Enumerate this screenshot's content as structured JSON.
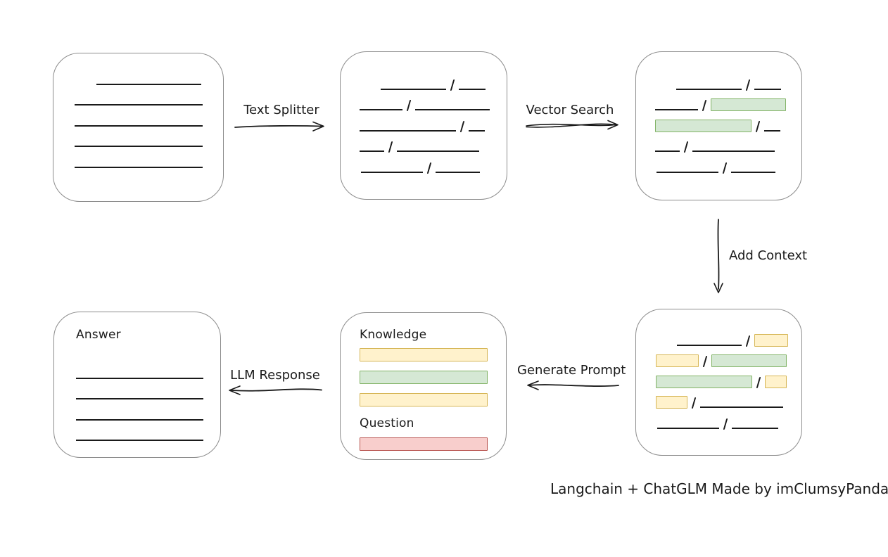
{
  "diagram": {
    "caption": "Langchain + ChatGLM Made by imClumsyPanda",
    "colors": {
      "ink": "#1a1a1a",
      "line": "#1a1a1a",
      "box_border": "#8c8c8c",
      "green_fill": "#d5e8d4",
      "green_stroke": "#82b366",
      "yellow_fill": "#fff2cc",
      "yellow_stroke": "#d6b656",
      "red_fill": "#f8cecc",
      "red_stroke": "#b85450"
    },
    "arrows": {
      "text_splitter": "Text Splitter",
      "vector_search": "Vector Search",
      "add_context": "Add Context",
      "generate_prompt": "Generate Prompt",
      "llm_response": "LLM Response"
    },
    "boxes": {
      "document": {
        "rows": [
          {
            "segs": [
              {
                "t": "gap",
                "w": 31
              },
              {
                "t": "line",
                "w": 149
              }
            ]
          },
          {
            "segs": [
              {
                "t": "line",
                "w": 182
              }
            ]
          },
          {
            "segs": [
              {
                "t": "line",
                "w": 182
              }
            ]
          },
          {
            "segs": [
              {
                "t": "line",
                "w": 182
              }
            ]
          },
          {
            "segs": [
              {
                "t": "line",
                "w": 182
              }
            ]
          }
        ]
      },
      "chunks": {
        "rows": [
          {
            "segs": [
              {
                "t": "gap",
                "w": 30
              },
              {
                "t": "line",
                "w": 93
              },
              {
                "t": "slash"
              },
              {
                "t": "line",
                "w": 38
              }
            ]
          },
          {
            "segs": [
              {
                "t": "line",
                "w": 61
              },
              {
                "t": "slash"
              },
              {
                "t": "line",
                "w": 106
              }
            ]
          },
          {
            "segs": [
              {
                "t": "line",
                "w": 137
              },
              {
                "t": "slash"
              },
              {
                "t": "line",
                "w": 23
              }
            ]
          },
          {
            "segs": [
              {
                "t": "line",
                "w": 35
              },
              {
                "t": "slash"
              },
              {
                "t": "line",
                "w": 117
              }
            ]
          },
          {
            "segs": [
              {
                "t": "gap",
                "w": 2
              },
              {
                "t": "line",
                "w": 88
              },
              {
                "t": "slash"
              },
              {
                "t": "line",
                "w": 63
              }
            ]
          }
        ]
      },
      "search_results": {
        "rows": [
          {
            "segs": [
              {
                "t": "gap",
                "w": 30
              },
              {
                "t": "line",
                "w": 93
              },
              {
                "t": "slash"
              },
              {
                "t": "line",
                "w": 38
              }
            ]
          },
          {
            "segs": [
              {
                "t": "line",
                "w": 61
              },
              {
                "t": "slash"
              },
              {
                "t": "green",
                "w": 107
              }
            ]
          },
          {
            "segs": [
              {
                "t": "green",
                "w": 137
              },
              {
                "t": "slash"
              },
              {
                "t": "line",
                "w": 23
              }
            ]
          },
          {
            "segs": [
              {
                "t": "line",
                "w": 35
              },
              {
                "t": "slash"
              },
              {
                "t": "line",
                "w": 117
              }
            ]
          },
          {
            "segs": [
              {
                "t": "gap",
                "w": 2
              },
              {
                "t": "line",
                "w": 88
              },
              {
                "t": "slash"
              },
              {
                "t": "line",
                "w": 63
              }
            ]
          }
        ]
      },
      "context": {
        "rows": [
          {
            "segs": [
              {
                "t": "gap",
                "w": 30
              },
              {
                "t": "line",
                "w": 92
              },
              {
                "t": "slash"
              },
              {
                "t": "yellow",
                "w": 48
              }
            ]
          },
          {
            "segs": [
              {
                "t": "yellow",
                "w": 61
              },
              {
                "t": "slash"
              },
              {
                "t": "green",
                "w": 107
              }
            ]
          },
          {
            "segs": [
              {
                "t": "green",
                "w": 137
              },
              {
                "t": "slash"
              },
              {
                "t": "yellow",
                "w": 31
              }
            ]
          },
          {
            "segs": [
              {
                "t": "yellow",
                "w": 45
              },
              {
                "t": "slash"
              },
              {
                "t": "line",
                "w": 118
              }
            ]
          },
          {
            "segs": [
              {
                "t": "gap",
                "w": 2
              },
              {
                "t": "line",
                "w": 88
              },
              {
                "t": "slash"
              },
              {
                "t": "line",
                "w": 66
              }
            ]
          }
        ]
      },
      "prompt": {
        "knowledge_label": "Knowledge",
        "knowledge_bars": [
          "yellow",
          "green",
          "yellow"
        ],
        "question_label": "Question",
        "question_bars": [
          "red"
        ]
      },
      "answer": {
        "label": "Answer",
        "rows": [
          {
            "segs": [
              {
                "t": "line",
                "w": 181
              }
            ]
          },
          {
            "segs": [
              {
                "t": "line",
                "w": 181
              }
            ]
          },
          {
            "segs": [
              {
                "t": "line",
                "w": 181
              }
            ]
          },
          {
            "segs": [
              {
                "t": "line",
                "w": 181
              }
            ]
          }
        ]
      }
    }
  }
}
